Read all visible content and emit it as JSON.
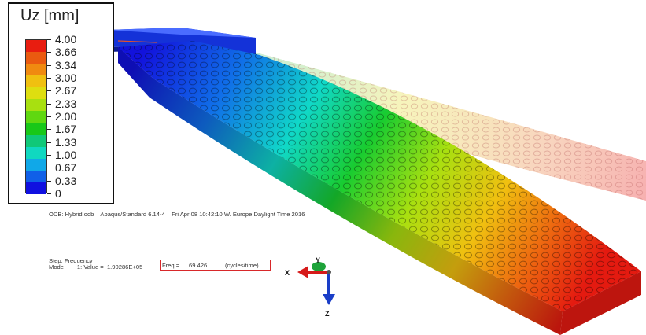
{
  "legend": {
    "title": "Uz [mm]",
    "values": [
      "4.00",
      "3.66",
      "3.34",
      "3.00",
      "2.67",
      "2.33",
      "2.00",
      "1.67",
      "1.33",
      "1.00",
      "0.67",
      "0.33",
      "0"
    ],
    "colors": [
      "#e81d10",
      "#ea5a10",
      "#f08a10",
      "#f0c010",
      "#dede10",
      "#a8e010",
      "#60d810",
      "#18c818",
      "#10c878",
      "#10d8c0",
      "#10a8e8",
      "#1060e8",
      "#1010e0"
    ]
  },
  "info": {
    "odb_line": "ODB: Hybrid.odb    Abaqus/Standard 6.14-4    Fri Apr 08 10:42:10 W. Europe Daylight Time 2016",
    "step_line": "Step: Frequency",
    "mode_line": "Mode        1: Value =  1.90286E+05",
    "freq_label": "Freq =",
    "freq_value": "69.426",
    "freq_units": "(cycles/time)"
  },
  "triad": {
    "x_label": "X",
    "y_label": "Y",
    "z_label": "Z"
  }
}
